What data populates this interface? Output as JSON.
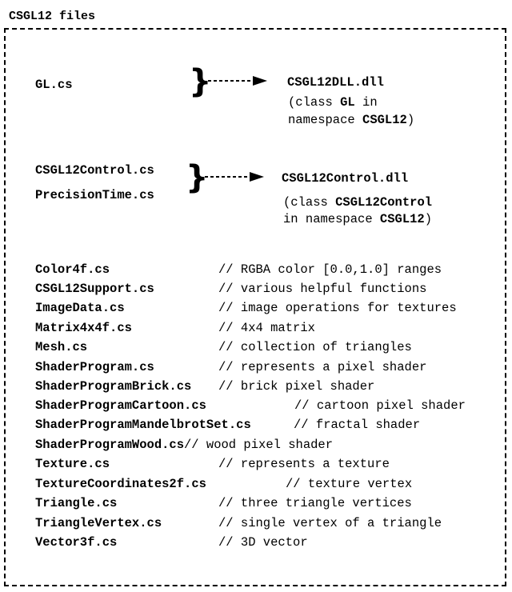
{
  "title": "CSGL12 files",
  "group1": {
    "files": [
      "GL.cs"
    ],
    "target": "CSGL12DLL.dll",
    "desc": [
      {
        "pre": "(class ",
        "bold": "GL",
        "post": " in"
      },
      {
        "pre": "namespace ",
        "bold": "CSGL12",
        "post": ")"
      }
    ]
  },
  "group2": {
    "files": [
      "CSGL12Control.cs",
      "PrecisionTime.cs"
    ],
    "target": "CSGL12Control.dll",
    "desc": [
      {
        "pre": "(class ",
        "bold": "CSGL12Control",
        "post": ""
      },
      {
        "pre": "in namespace ",
        "bold": "CSGL12",
        "post": ")"
      }
    ]
  },
  "list": [
    {
      "file": "Color4f.cs",
      "comment": "// RGBA color [0.0,1.0] ranges"
    },
    {
      "file": "CSGL12Support.cs",
      "comment": "// various helpful functions"
    },
    {
      "file": "ImageData.cs",
      "comment": "// image operations for textures"
    },
    {
      "file": "Matrix4x4f.cs",
      "comment": "// 4x4 matrix"
    },
    {
      "file": "Mesh.cs",
      "comment": "// collection of triangles"
    },
    {
      "file": "ShaderProgram.cs",
      "comment": "// represents a pixel shader"
    },
    {
      "file": "ShaderProgramBrick.cs",
      "comment": "// brick pixel shader"
    },
    {
      "file": "ShaderProgramCartoon.cs",
      "comment": "// cartoon pixel shader"
    },
    {
      "file": "ShaderProgramMandelbrotSet.cs",
      "comment": "// fractal shader"
    },
    {
      "file": "ShaderProgramWood.cs",
      "comment": "// wood pixel shader"
    },
    {
      "file": "Texture.cs",
      "comment": "// represents a texture"
    },
    {
      "file": "TextureCoordinates2f.cs",
      "comment": "// texture vertex"
    },
    {
      "file": "Triangle.cs",
      "comment": "// three triangle vertices"
    },
    {
      "file": "TriangleVertex.cs",
      "comment": "// single vertex of a triangle"
    },
    {
      "file": "Vector3f.cs",
      "comment": "// 3D vector"
    }
  ]
}
